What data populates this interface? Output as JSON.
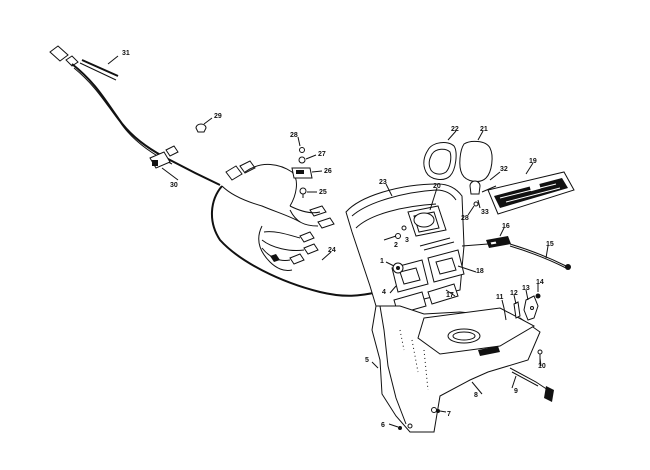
{
  "diagram": {
    "callouts": [
      {
        "id": "c31",
        "text": "31"
      },
      {
        "id": "c29",
        "text": "29"
      },
      {
        "id": "c28",
        "text": "28"
      },
      {
        "id": "c27",
        "text": "27"
      },
      {
        "id": "c26",
        "text": "26"
      },
      {
        "id": "c25",
        "text": "25"
      },
      {
        "id": "c30",
        "text": "30"
      },
      {
        "id": "c23",
        "text": "23"
      },
      {
        "id": "c22",
        "text": "22"
      },
      {
        "id": "c21",
        "text": "21"
      },
      {
        "id": "c20",
        "text": "20"
      },
      {
        "id": "c32",
        "text": "32"
      },
      {
        "id": "c19",
        "text": "19"
      },
      {
        "id": "c33",
        "text": "33"
      },
      {
        "id": "c28b",
        "text": "28"
      },
      {
        "id": "c3",
        "text": "3"
      },
      {
        "id": "c2",
        "text": "2"
      },
      {
        "id": "c16",
        "text": "16"
      },
      {
        "id": "c15",
        "text": "15"
      },
      {
        "id": "c24",
        "text": "24"
      },
      {
        "id": "c1",
        "text": "1"
      },
      {
        "id": "c18",
        "text": "18"
      },
      {
        "id": "c4",
        "text": "4"
      },
      {
        "id": "c17",
        "text": "17"
      },
      {
        "id": "c11",
        "text": "11"
      },
      {
        "id": "c12",
        "text": "12"
      },
      {
        "id": "c13",
        "text": "13"
      },
      {
        "id": "c14",
        "text": "14"
      },
      {
        "id": "c10",
        "text": "10"
      },
      {
        "id": "c5",
        "text": "5"
      },
      {
        "id": "c8",
        "text": "8"
      },
      {
        "id": "c9",
        "text": "9"
      },
      {
        "id": "c7",
        "text": "7"
      },
      {
        "id": "c6",
        "text": "6"
      }
    ]
  }
}
